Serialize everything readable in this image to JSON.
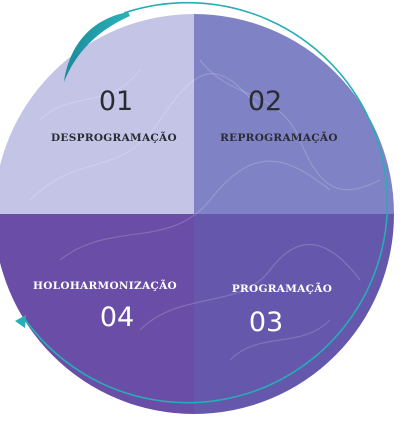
{
  "stages": [
    {
      "number": "01",
      "label": "DESPROGRAMAÇÃO",
      "color": "#c4c5e6"
    },
    {
      "number": "02",
      "label": "REPROGRAMAÇÃO",
      "color": "#7f82c4"
    },
    {
      "number": "03",
      "label": "PROGRAMAÇÃO",
      "color": "#6557ab"
    },
    {
      "number": "04",
      "label": "HOLOHARMONIZAÇÃO",
      "color": "#6a4da6"
    }
  ],
  "colors": {
    "arrow": "#27adb6"
  }
}
